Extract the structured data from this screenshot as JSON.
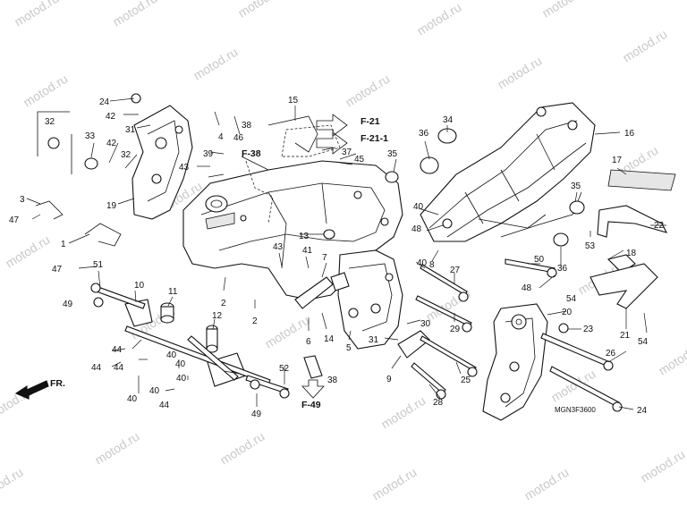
{
  "watermark": "motod.ru",
  "diagram_code": "MGN3F3600",
  "direction_label": "FR.",
  "refs": {
    "f21": "F-21",
    "f21_1": "F-21-1",
    "f38": "F-38",
    "f49": "F-49"
  },
  "callouts": [
    "1",
    "2",
    "2",
    "3",
    "4",
    "5",
    "6",
    "7",
    "8",
    "9",
    "10",
    "11",
    "12",
    "13",
    "14",
    "15",
    "16",
    "17",
    "18",
    "19",
    "20",
    "21",
    "22",
    "23",
    "24",
    "24",
    "25",
    "26",
    "27",
    "28",
    "29",
    "30",
    "31",
    "31",
    "32",
    "32",
    "33",
    "34",
    "35",
    "35",
    "36",
    "36",
    "37",
    "38",
    "38",
    "39",
    "40",
    "40",
    "40",
    "40",
    "40",
    "40",
    "40",
    "41",
    "42",
    "42",
    "43",
    "43",
    "44",
    "44",
    "44",
    "44",
    "45",
    "46",
    "47",
    "47",
    "48",
    "48",
    "49",
    "49",
    "50",
    "51",
    "52",
    "53",
    "54",
    "54"
  ]
}
